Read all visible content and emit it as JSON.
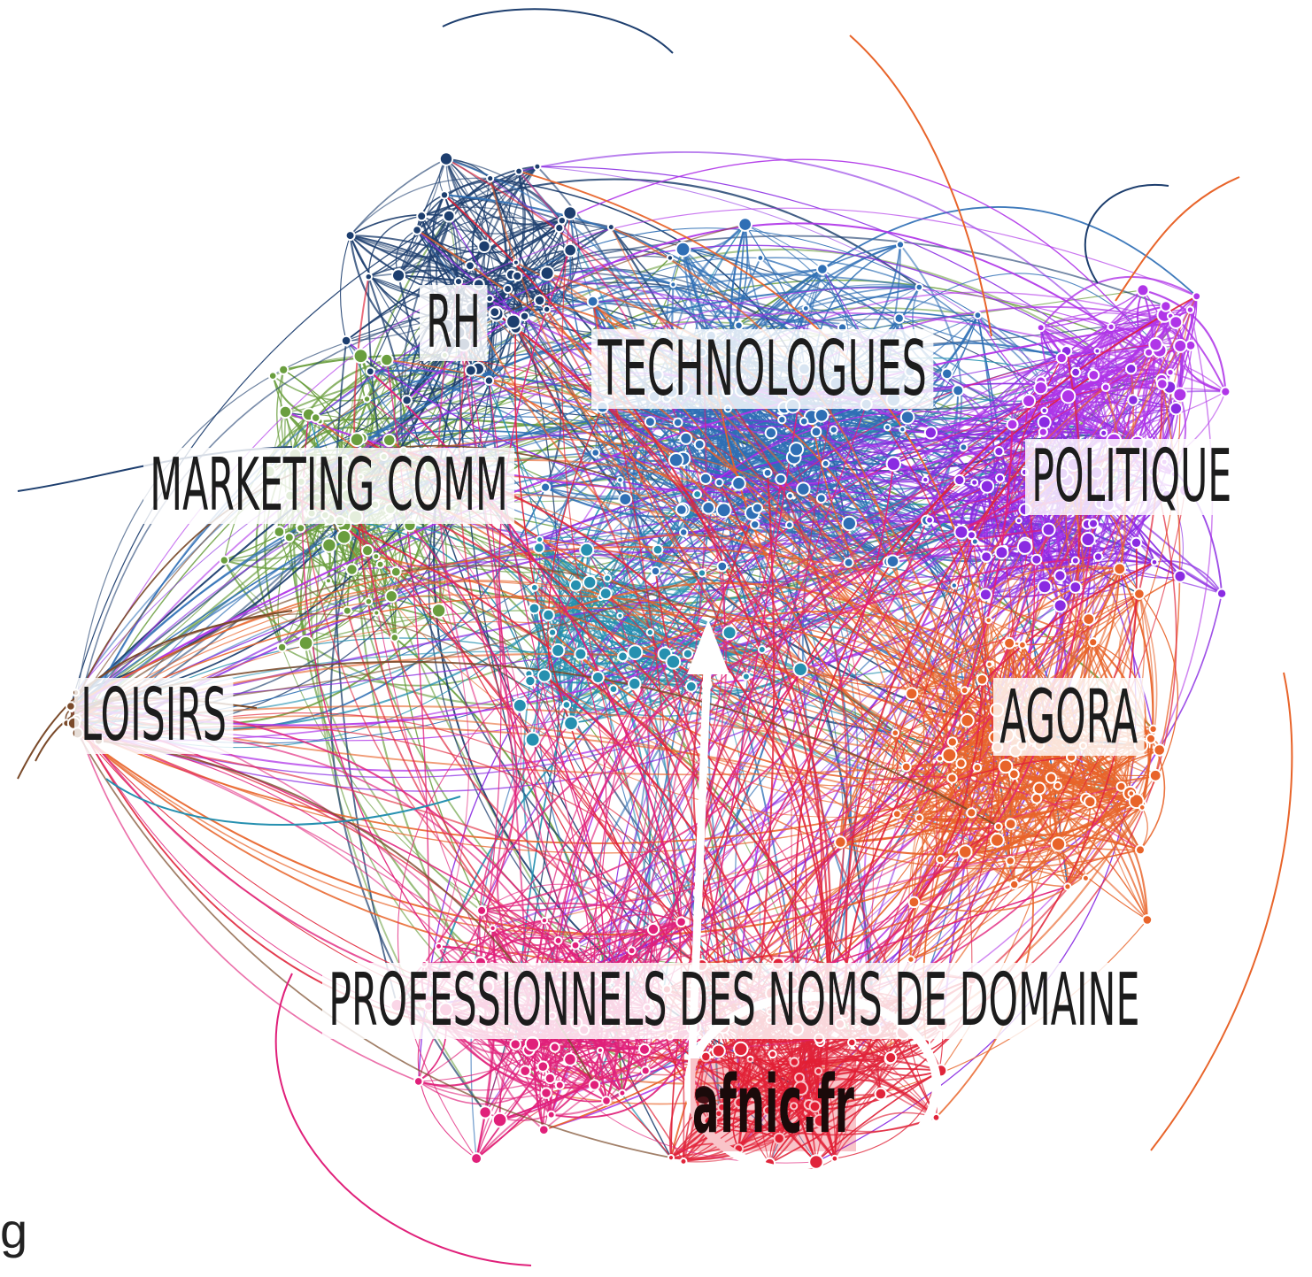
{
  "labels": {
    "rh": "RH",
    "technologues": "TECHNOLOGUES",
    "marketing": "MARKETING COMM",
    "politique": "POLITIQUE",
    "loisirs": "LOISIRS",
    "agora": "AGORA",
    "professionnels": "PROFESSIONNELS DES NOMS DE DOMAINE",
    "afnic": "afnic.fr",
    "edge_text": "g"
  },
  "colors": {
    "green": "#6a9e3e",
    "navy": "#1d3e6e",
    "blue": "#2f6fb5",
    "teal": "#2690b0",
    "purple": "#8a2be2",
    "violet": "#b035e8",
    "orange": "#e8642a",
    "red": "#e0243a",
    "pink": "#e0207a",
    "brown": "#7a4a2a",
    "highlight": "#ffffff"
  }
}
